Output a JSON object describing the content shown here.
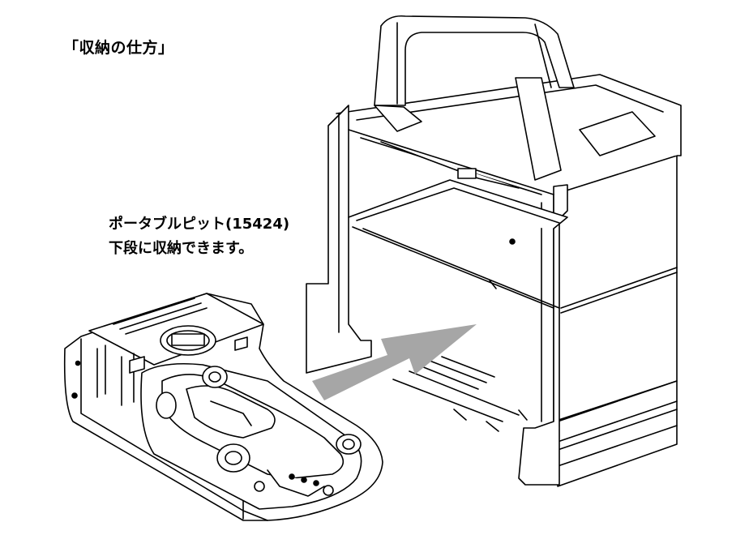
{
  "title": "「収納の仕方」",
  "caption": {
    "line1": "ポータブルピット(15424)",
    "line2": "下段に収納できます。"
  },
  "arrow_color": "#a6a6a6",
  "line_color": "#000000",
  "icons": [
    "carry-case-illustration",
    "portable-pit-with-car-illustration",
    "insert-arrow-icon"
  ]
}
